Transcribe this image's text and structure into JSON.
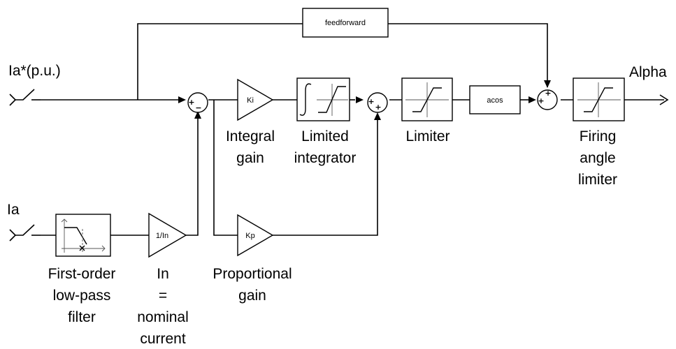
{
  "inputs": {
    "reference": "Ia*(p.u.)",
    "measured": "Ia"
  },
  "output": "Alpha",
  "blocks": {
    "feedforward": "feedforward",
    "ki": "Ki",
    "kp": "Kp",
    "inv_in": "1/In",
    "acos": "acos"
  },
  "signs": {
    "sum1_top": "+",
    "sum1_bottom": "−",
    "sum2_left": "+",
    "sum2_bottom": "+",
    "sum3_left": "+",
    "sum3_top": "+"
  },
  "labels": {
    "integral_gain": [
      "Integral",
      "gain"
    ],
    "limited_integrator": [
      "Limited",
      "integrator"
    ],
    "limiter": "Limiter",
    "firing_angle_limiter": [
      "Firing",
      "angle",
      "limiter"
    ],
    "filter": [
      "First-order",
      "low-pass",
      "filter"
    ],
    "nominal_current": [
      "In",
      "=",
      "nominal",
      "current"
    ],
    "proportional_gain": [
      "Proportional",
      "gain"
    ]
  },
  "colors": {
    "line": "#000000",
    "background": "#ffffff"
  }
}
